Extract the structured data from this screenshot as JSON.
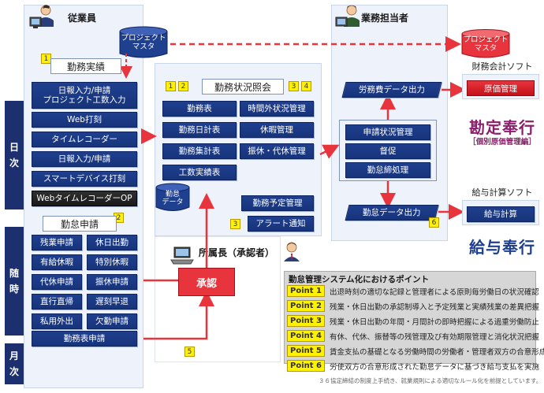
{
  "roles": {
    "employee": "従業員",
    "staff": "業務担当者",
    "manager": "所属長（承認者）"
  },
  "periods": {
    "daily": [
      "日",
      "次"
    ],
    "occasional": [
      "随",
      "時"
    ],
    "monthly": [
      "月",
      "次"
    ]
  },
  "master_db": [
    "プロジェクト",
    "マスタ"
  ],
  "master_db_right": [
    "プロジェクト",
    "マスタ"
  ],
  "attendance_db": [
    "勤怠",
    "データ"
  ],
  "kinmu_jisseki": {
    "num": "1",
    "title": "勤務実績",
    "items": [
      [
        "日報入力/申請",
        "プロジェクト工数入力"
      ],
      [
        "Web打刻"
      ],
      [
        "タイムレコーダー"
      ],
      [
        "日報入力/申請"
      ],
      [
        "スマートデバイス打刻"
      ],
      [
        "WebタイムレコーダーOP"
      ]
    ]
  },
  "kintai_shinsei": {
    "num": "2",
    "title": "勤怠申請",
    "items": [
      "残業申請",
      "休日出勤",
      "有給休暇",
      "特別休暇",
      "代休申請",
      "振休申請",
      "直行直帰",
      "遅刻早退",
      "私用外出",
      "欠勤申請"
    ]
  },
  "monthly_item": "勤務表申請",
  "status_panel": {
    "nums_left": [
      "1",
      "2"
    ],
    "nums_right": [
      "3",
      "4"
    ],
    "title": "勤務状況照会",
    "items": [
      "勤務表",
      "時間外状況管理",
      "勤務日計表",
      "休暇管理",
      "勤務集計表",
      "振休・代休管理",
      "工数実績表"
    ]
  },
  "schedule_item": "勤務予定管理",
  "alert": {
    "num": "3",
    "label": "アラート通知"
  },
  "approval": "承認",
  "approval_num": "5",
  "staff_items": [
    "申請状況管理",
    "督促",
    "勤怠締処理"
  ],
  "labor_cost_out": "労務費データ出力",
  "attendance_out": "勤怠データ出力",
  "out_num": "6",
  "accounting": {
    "title": "財務会計ソフト",
    "item": "原価管理",
    "brand": "勘定奉行",
    "brand_sub": "［個別原価管理編］"
  },
  "payroll": {
    "title": "給与計算ソフト",
    "item": "給与計算",
    "brand": "給与奉行"
  },
  "points": {
    "heading": "勤怠管理システム化におけるポイント",
    "items": [
      {
        "label": "Point 1",
        "text": "出退時刻の適切な記録と管理者による原則毎労働日の状況確認"
      },
      {
        "label": "Point 2",
        "text": "残業・休日出勤の承認制導入と予定残業と実績残業の差異把握"
      },
      {
        "label": "Point 3",
        "text": "残業・休日出勤の年間・月間計の即時把握による過重労働防止"
      },
      {
        "label": "Point 4",
        "text": "有休、代休、振替等の残管理及び有効期限管理と消化状況把握"
      },
      {
        "label": "Point 5",
        "text": "賃金支払の基礎となる労働時間の労働者・管理者双方の合意形成"
      },
      {
        "label": "Point 6",
        "text": "労使双方の合意形成された勤怠データに基づき給与支払を実施"
      }
    ],
    "footnote": "３６協定締結の制度上手続き、就業規則による適切なルール化を前提としています。"
  },
  "colors": {
    "navy": "#1f3f8f",
    "red": "#e8343c",
    "yellow": "#fff200",
    "panel": "#eef3fb"
  }
}
